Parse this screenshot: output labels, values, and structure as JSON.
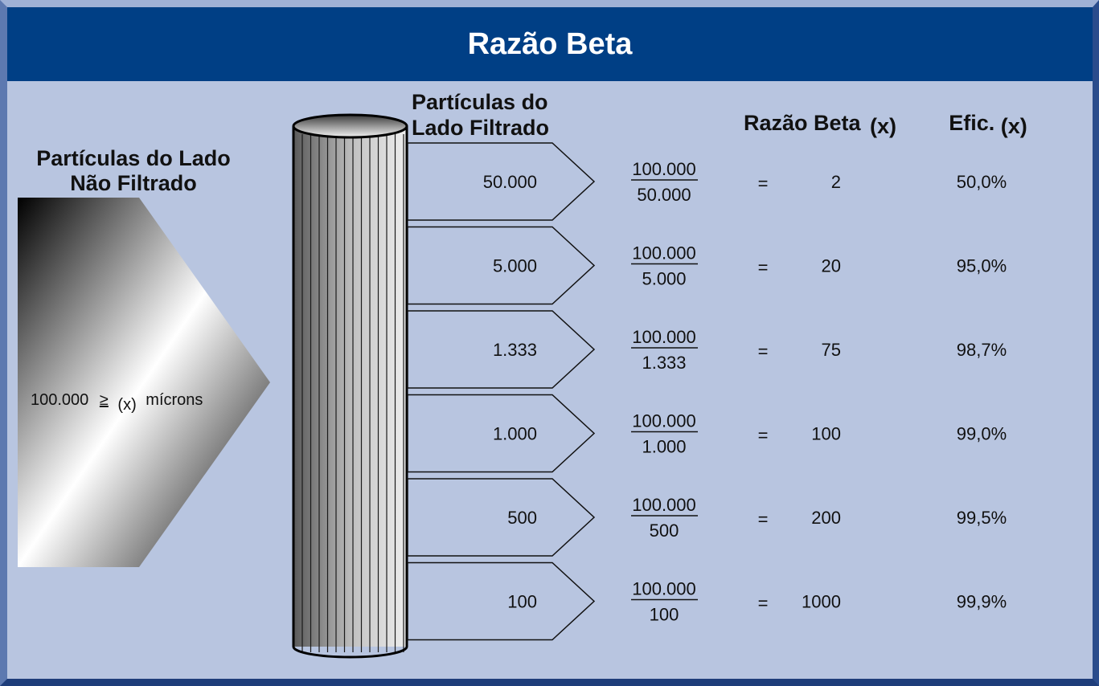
{
  "title": "Razão Beta",
  "unfiltered_label": [
    "Partículas do Lado",
    "Não Filtrado"
  ],
  "filtered_label": [
    "Partículas do",
    "Lado Filtrado"
  ],
  "ratio_header": "Razão Beta",
  "ratio_header_suffix": "(x)",
  "efficiency_header": "Efic.",
  "efficiency_header_suffix": "(x)",
  "input": {
    "value": "100.000",
    "symbol": "≥",
    "x": "(x)",
    "unit": "mícrons"
  },
  "numerator": "100.000",
  "equals": "=",
  "rows": [
    {
      "particles": "50.000",
      "denominator": "50.000",
      "beta": "2",
      "efficiency": "50,0%"
    },
    {
      "particles": "5.000",
      "denominator": "5.000",
      "beta": "20",
      "efficiency": "95,0%"
    },
    {
      "particles": "1.333",
      "denominator": "1.333",
      "beta": "75",
      "efficiency": "98,7%"
    },
    {
      "particles": "1.000",
      "denominator": "1.000",
      "beta": "100",
      "efficiency": "99,0%"
    },
    {
      "particles": "500",
      "denominator": "500",
      "beta": "200",
      "efficiency": "99,5%"
    },
    {
      "particles": "100",
      "denominator": "100",
      "beta": "1000",
      "efficiency": "99,9%"
    }
  ],
  "colors": {
    "background": "#b8c5e0",
    "title_bar": "#003f85",
    "title_text": "#ffffff"
  }
}
